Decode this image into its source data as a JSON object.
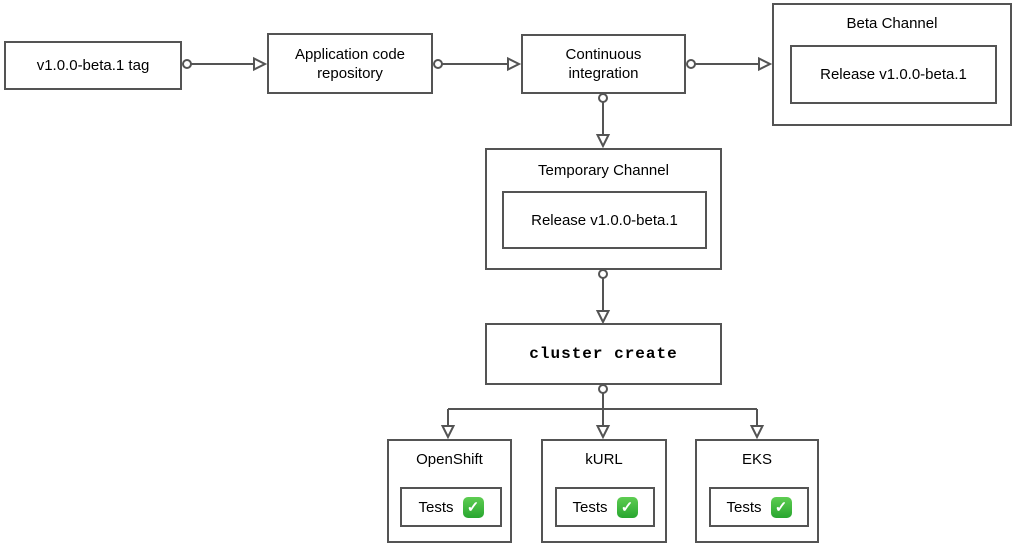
{
  "nodes": {
    "tag": {
      "label": "v1.0.0-beta.1 tag"
    },
    "repository": {
      "label": "Application code repository"
    },
    "ci": {
      "label": "Continuous integration"
    },
    "beta_channel": {
      "title": "Beta Channel",
      "release_label": "Release v1.0.0-beta.1"
    },
    "temporary_channel": {
      "title": "Temporary Channel",
      "release_label": "Release v1.0.0-beta.1"
    },
    "cluster_create": {
      "label": "cluster create"
    },
    "clusters": [
      {
        "title": "OpenShift",
        "tests_label": "Tests",
        "status_icon": "check-passed"
      },
      {
        "title": "kURL",
        "tests_label": "Tests",
        "status_icon": "check-passed"
      },
      {
        "title": "EKS",
        "tests_label": "Tests",
        "status_icon": "check-passed"
      }
    ]
  },
  "icons": {
    "check_mark": "✓"
  },
  "colors": {
    "stroke": "#545454",
    "node_fill": "#ffffff",
    "text": "#000000",
    "check_green_top": "#5ecd52",
    "check_green_bottom": "#28a62f",
    "check_mark": "#ffffff"
  }
}
